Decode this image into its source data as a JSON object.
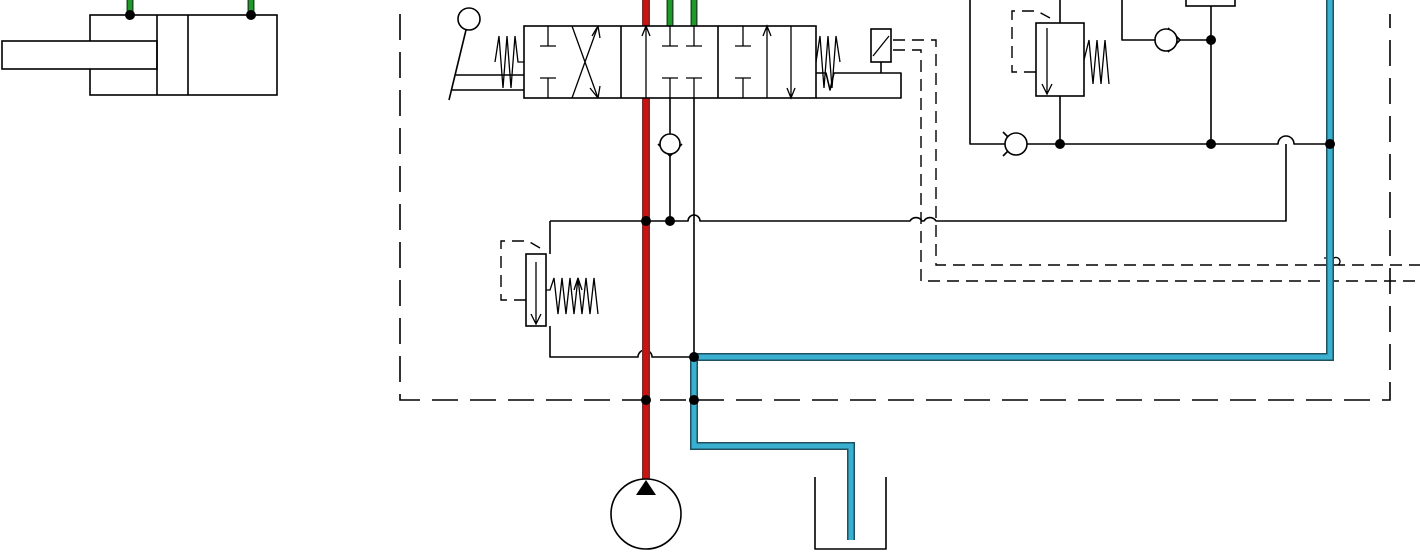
{
  "diagram": {
    "type": "hydraulic-schematic",
    "labels": [],
    "line_colors": {
      "pressure_line": "#cc1111",
      "pressure_halo": "#7a2a2a",
      "return_line": "#3ab0d0",
      "return_halo": "#1f4f60",
      "actuator_lines": "#1f9a2a",
      "actuator_halo": "#1d4d22",
      "component_stroke": "#000000",
      "background": "#ffffff"
    },
    "components": [
      {
        "id": "cylinder",
        "icon": "double-acting-cylinder-icon"
      },
      {
        "id": "directional-valve",
        "icon": "directional-control-valve-icon"
      },
      {
        "id": "lever-actuator",
        "icon": "manual-lever-icon"
      },
      {
        "id": "solenoid-actuator",
        "icon": "solenoid-icon"
      },
      {
        "id": "check-valve-upper",
        "icon": "check-valve-icon"
      },
      {
        "id": "check-valve-right",
        "icon": "check-valve-icon"
      },
      {
        "id": "check-valve-lower-right",
        "icon": "check-valve-icon"
      },
      {
        "id": "relief-valve-left",
        "icon": "pressure-relief-valve-icon"
      },
      {
        "id": "relief-valve-right",
        "icon": "pressure-relief-valve-icon"
      },
      {
        "id": "pump",
        "icon": "hydraulic-pump-icon"
      },
      {
        "id": "tank",
        "icon": "reservoir-tank-icon"
      }
    ]
  }
}
